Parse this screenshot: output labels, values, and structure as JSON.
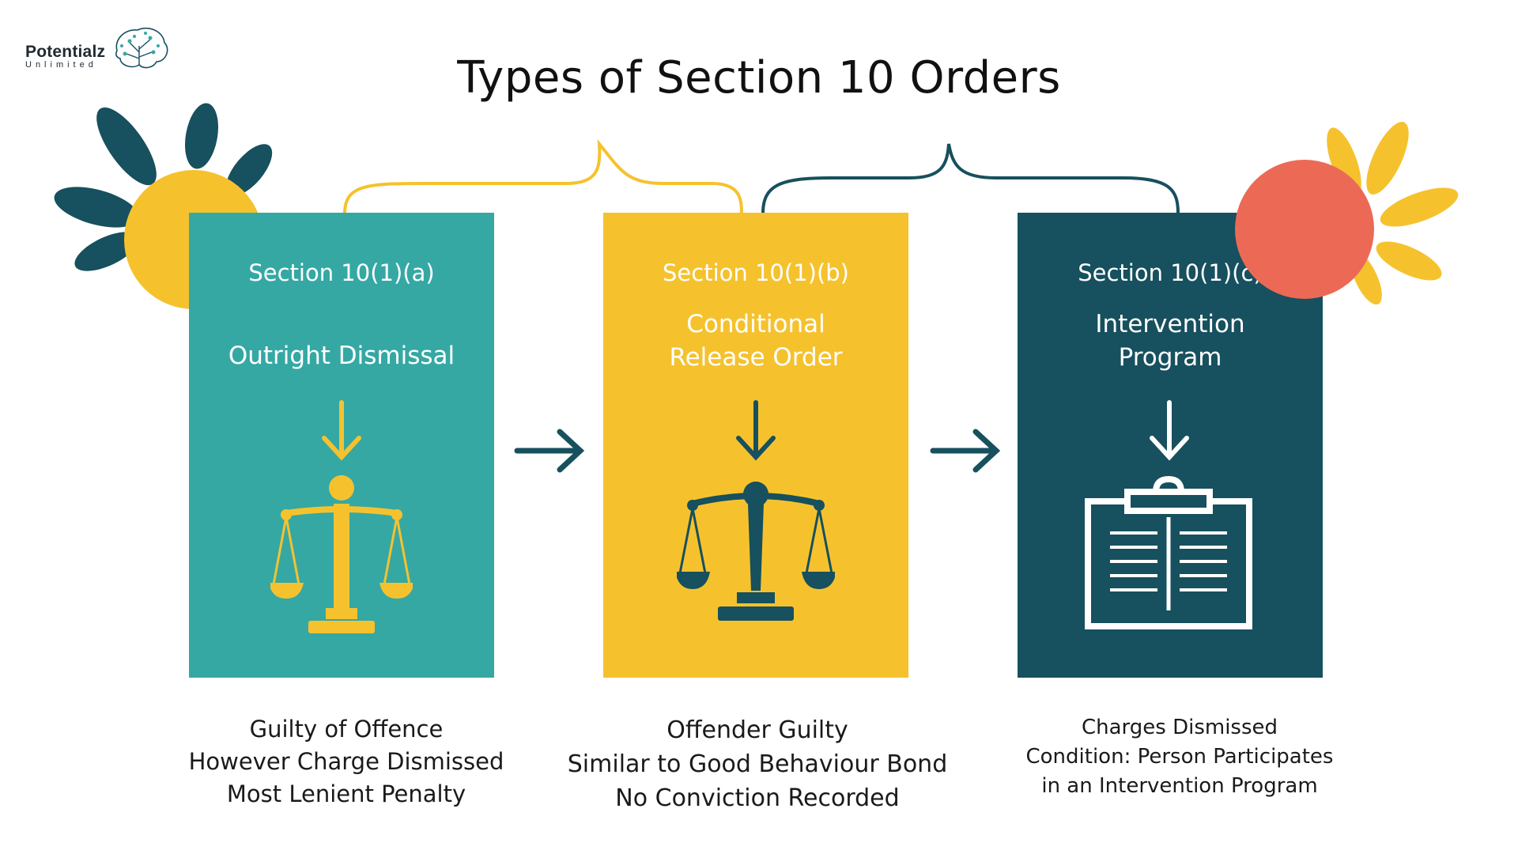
{
  "logo": {
    "name": "Potentialz",
    "tagline": "Unlimited"
  },
  "title": "Types of Section 10 Orders",
  "colors": {
    "teal": "#35a8a4",
    "yellow": "#f5c22e",
    "navy": "#17505e",
    "coral": "#ec6a55"
  },
  "cards": [
    {
      "section": "Section 10(1)(a)",
      "name": "Outright Dismissal",
      "icon": "scales-icon",
      "description": "Guilty of Offence\nHowever Charge Dismissed\nMost Lenient Penalty"
    },
    {
      "section": "Section 10(1)(b)",
      "name": "Conditional\nRelease Order",
      "icon": "scales-icon",
      "description": "Offender Guilty\nSimilar to Good Behaviour Bond\nNo Conviction Recorded"
    },
    {
      "section": "Section 10(1)(c)",
      "name": "Intervention\nProgram",
      "icon": "clipboard-icon",
      "description": "Charges Dismissed\nCondition: Person Participates\nin an Intervention Program"
    }
  ]
}
